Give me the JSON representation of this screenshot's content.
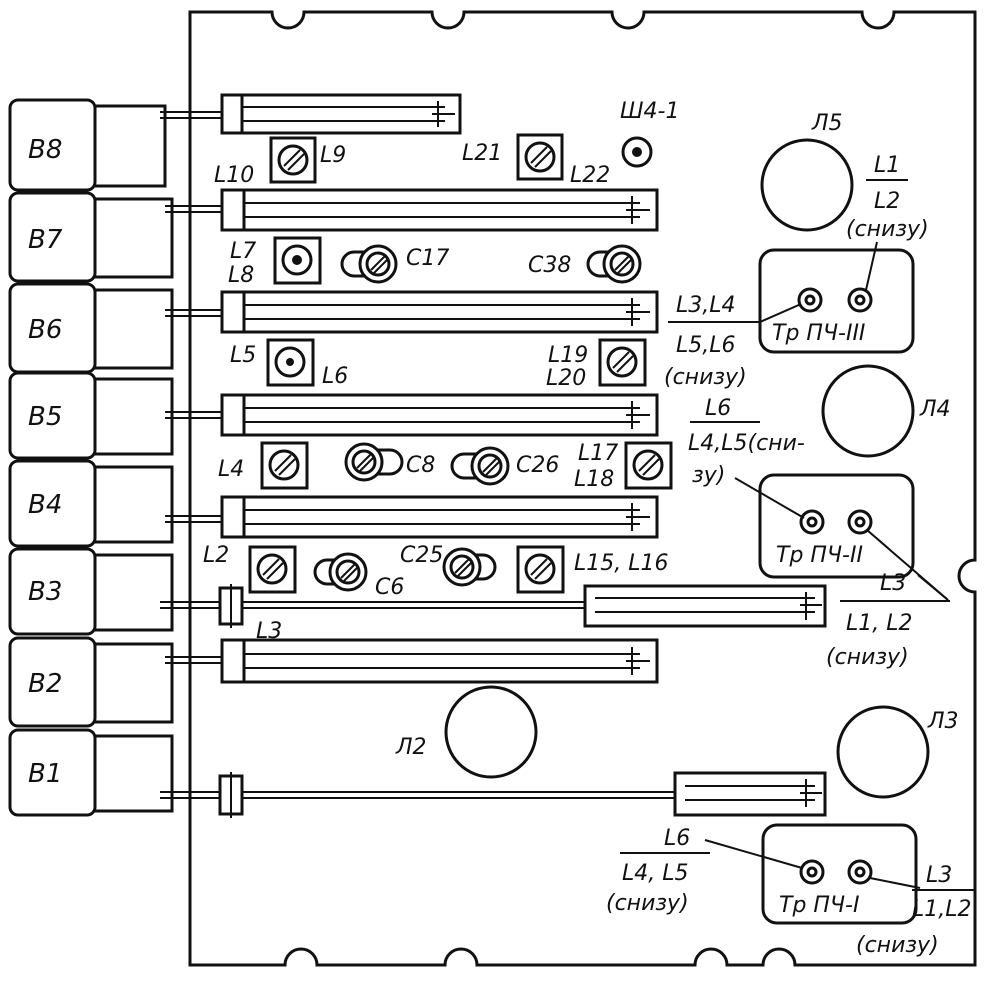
{
  "blocks": [
    "B8",
    "B7",
    "B6",
    "B5",
    "B4",
    "B3",
    "B2",
    "B1"
  ],
  "coils": {
    "L10": "L10",
    "L9": "L9",
    "L21": "L21",
    "L22": "L22",
    "L7": "L7",
    "L8": "L8",
    "L5": "L5",
    "L6": "L6",
    "L19": "L19",
    "L20": "L20",
    "L4": "L4",
    "L17": "L17",
    "L18": "L18",
    "L2": "L2",
    "L3": "L3",
    "L15_L16": "L15, L16"
  },
  "capacitors": {
    "C17": "C17",
    "C38": "C38",
    "C8": "C8",
    "C26": "C26",
    "C25": "C25",
    "C6": "C6"
  },
  "socket": "Ш4-1",
  "lamps": {
    "L5": "Л5",
    "L4": "Л4",
    "L3": "Л3",
    "L2": "Л2"
  },
  "transformers": {
    "t3": "Тр ПЧ-III",
    "t2": "Тр ПЧ-II",
    "t1": "Тр ПЧ-I"
  },
  "notes": {
    "tr3_top": {
      "num": "L1",
      "den": "L2",
      "sub": "(снизу)"
    },
    "tr3_left": {
      "num": "L3,L4",
      "den": "L5,L6",
      "sub": "(снизу)"
    },
    "tr2_left": {
      "num": "L6",
      "den": "L4,L5(сни-",
      "sub": "зу)"
    },
    "tr2_right": {
      "num": "L3",
      "den": "L1, L2",
      "sub": "(снизу)"
    },
    "tr1_left": {
      "num": "L6",
      "den": "L4, L5",
      "sub": "(снизу)"
    },
    "tr1_right": {
      "num": "L3",
      "den": "L1,L2",
      "sub": "(снизу)"
    }
  }
}
